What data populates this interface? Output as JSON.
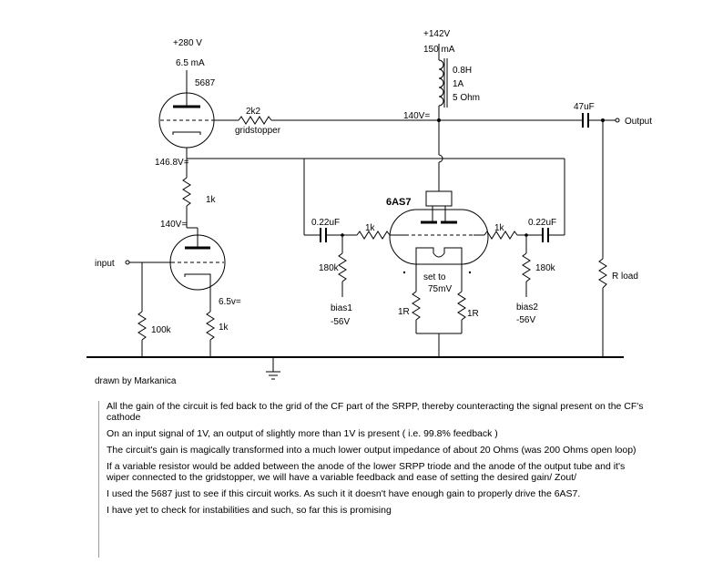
{
  "labels": {
    "v280": "+280 V",
    "ma65": "6.5 mA",
    "tube5687": "5687",
    "r2k2": "2k2",
    "gridstopper": "gridstopper",
    "v1468": "146.8V=",
    "r1k_a": "1k",
    "v140a": "140V=",
    "input": "input",
    "r100k": "100k",
    "v65": "6.5v=",
    "r1k_b": "1k",
    "v142": "+142V",
    "ma150": "150 mA",
    "ind08": "0.8H",
    "ind1a": "1A",
    "ind5ohm": "5 Ohm",
    "v140b": "140V=",
    "c47": "47uF",
    "output": "Output",
    "tube6as7": "6AS7",
    "c022a": "0.22uF",
    "r1k_c": "1k",
    "r1k_d": "1k",
    "c022b": "0.22uF",
    "r180a": "180k",
    "bias1": "bias1",
    "neg56a": "-56V",
    "r180b": "180k",
    "bias2": "bias2",
    "neg56b": "-56V",
    "setto": "set to",
    "mv75": "75mV",
    "r1r_a": "1R",
    "r1r_b": "1R",
    "rload": "R load",
    "drawnby": "drawn by Markanica"
  },
  "notes": [
    "All the gain of the circuit is fed back to the grid of the CF part of the SRPP, thereby counteracting the signal present on the CF's cathode",
    "On an input signal of 1V, an output of slightly more than 1V is present  ( i.e.  99.8% feedback )",
    "The circuit's gain is magically transformed into a much lower output impedance of about 20 Ohms  (was 200 Ohms open loop)",
    "If a variable resistor would be added between the anode of the lower SRPP triode and the anode of the output tube and it's wiper connected to the gridstopper, we will have a variable feedback and ease of setting the desired gain/ Zout/",
    "I used the 5687 just to see if this circuit works. As such it it doesn't have enough gain to properly drive the 6AS7.",
    "I have yet to check for instabilities and such, so far this is promising"
  ]
}
